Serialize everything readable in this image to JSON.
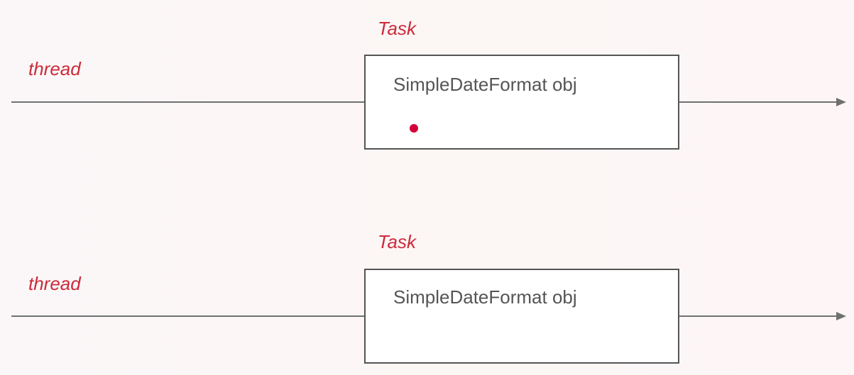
{
  "lanes": [
    {
      "thread_label": "thread",
      "task_label": "Task",
      "object_label": "SimpleDateFormat obj",
      "has_dot": true
    },
    {
      "thread_label": "thread",
      "task_label": "Task",
      "object_label": "SimpleDateFormat obj",
      "has_dot": false
    }
  ],
  "colors": {
    "label_red": "#cc2a3a",
    "line_gray": "#707070",
    "dot_red": "#d4003a",
    "text_gray": "#555555"
  }
}
